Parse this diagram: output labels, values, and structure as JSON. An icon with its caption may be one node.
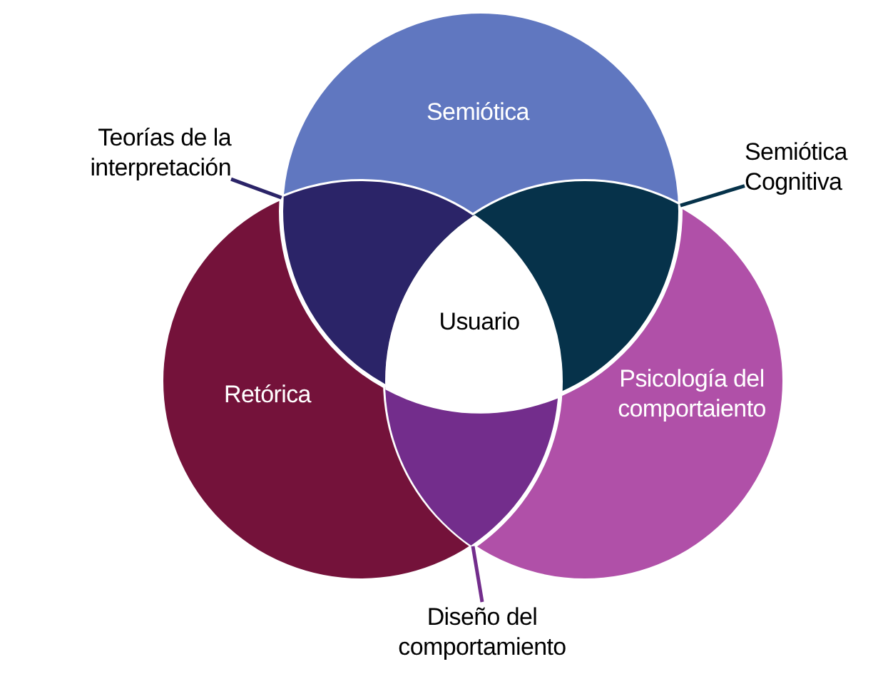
{
  "diagram": {
    "nodes": [
      {
        "text": [
          "Semiótica"
        ]
      },
      {
        "text": [
          "Retórica"
        ]
      },
      {
        "text": [
          "Psicología del comportaiento"
        ]
      },
      {
        "text": [
          "Usuario"
        ]
      },
      {
        "text": [
          "Teorías de la interpretación"
        ]
      },
      {
        "text": [],
        "shape": "lens"
      },
      {
        "text": [
          "Semiótica Cognitiva"
        ]
      },
      {
        "text": [],
        "shape": "lens"
      },
      {
        "text": [
          "Diseño del comportamiento"
        ]
      },
      {
        "text": [],
        "shape": "lens"
      }
    ],
    "edges": [
      {
        "from": 4,
        "to": 5,
        "arrow": "none",
        "color": "#2b2468"
      },
      {
        "from": 6,
        "to": 7,
        "arrow": "none",
        "color": "#06324a"
      },
      {
        "from": 8,
        "to": 9,
        "arrow": "none",
        "color": "#732d8c"
      }
    ]
  }
}
